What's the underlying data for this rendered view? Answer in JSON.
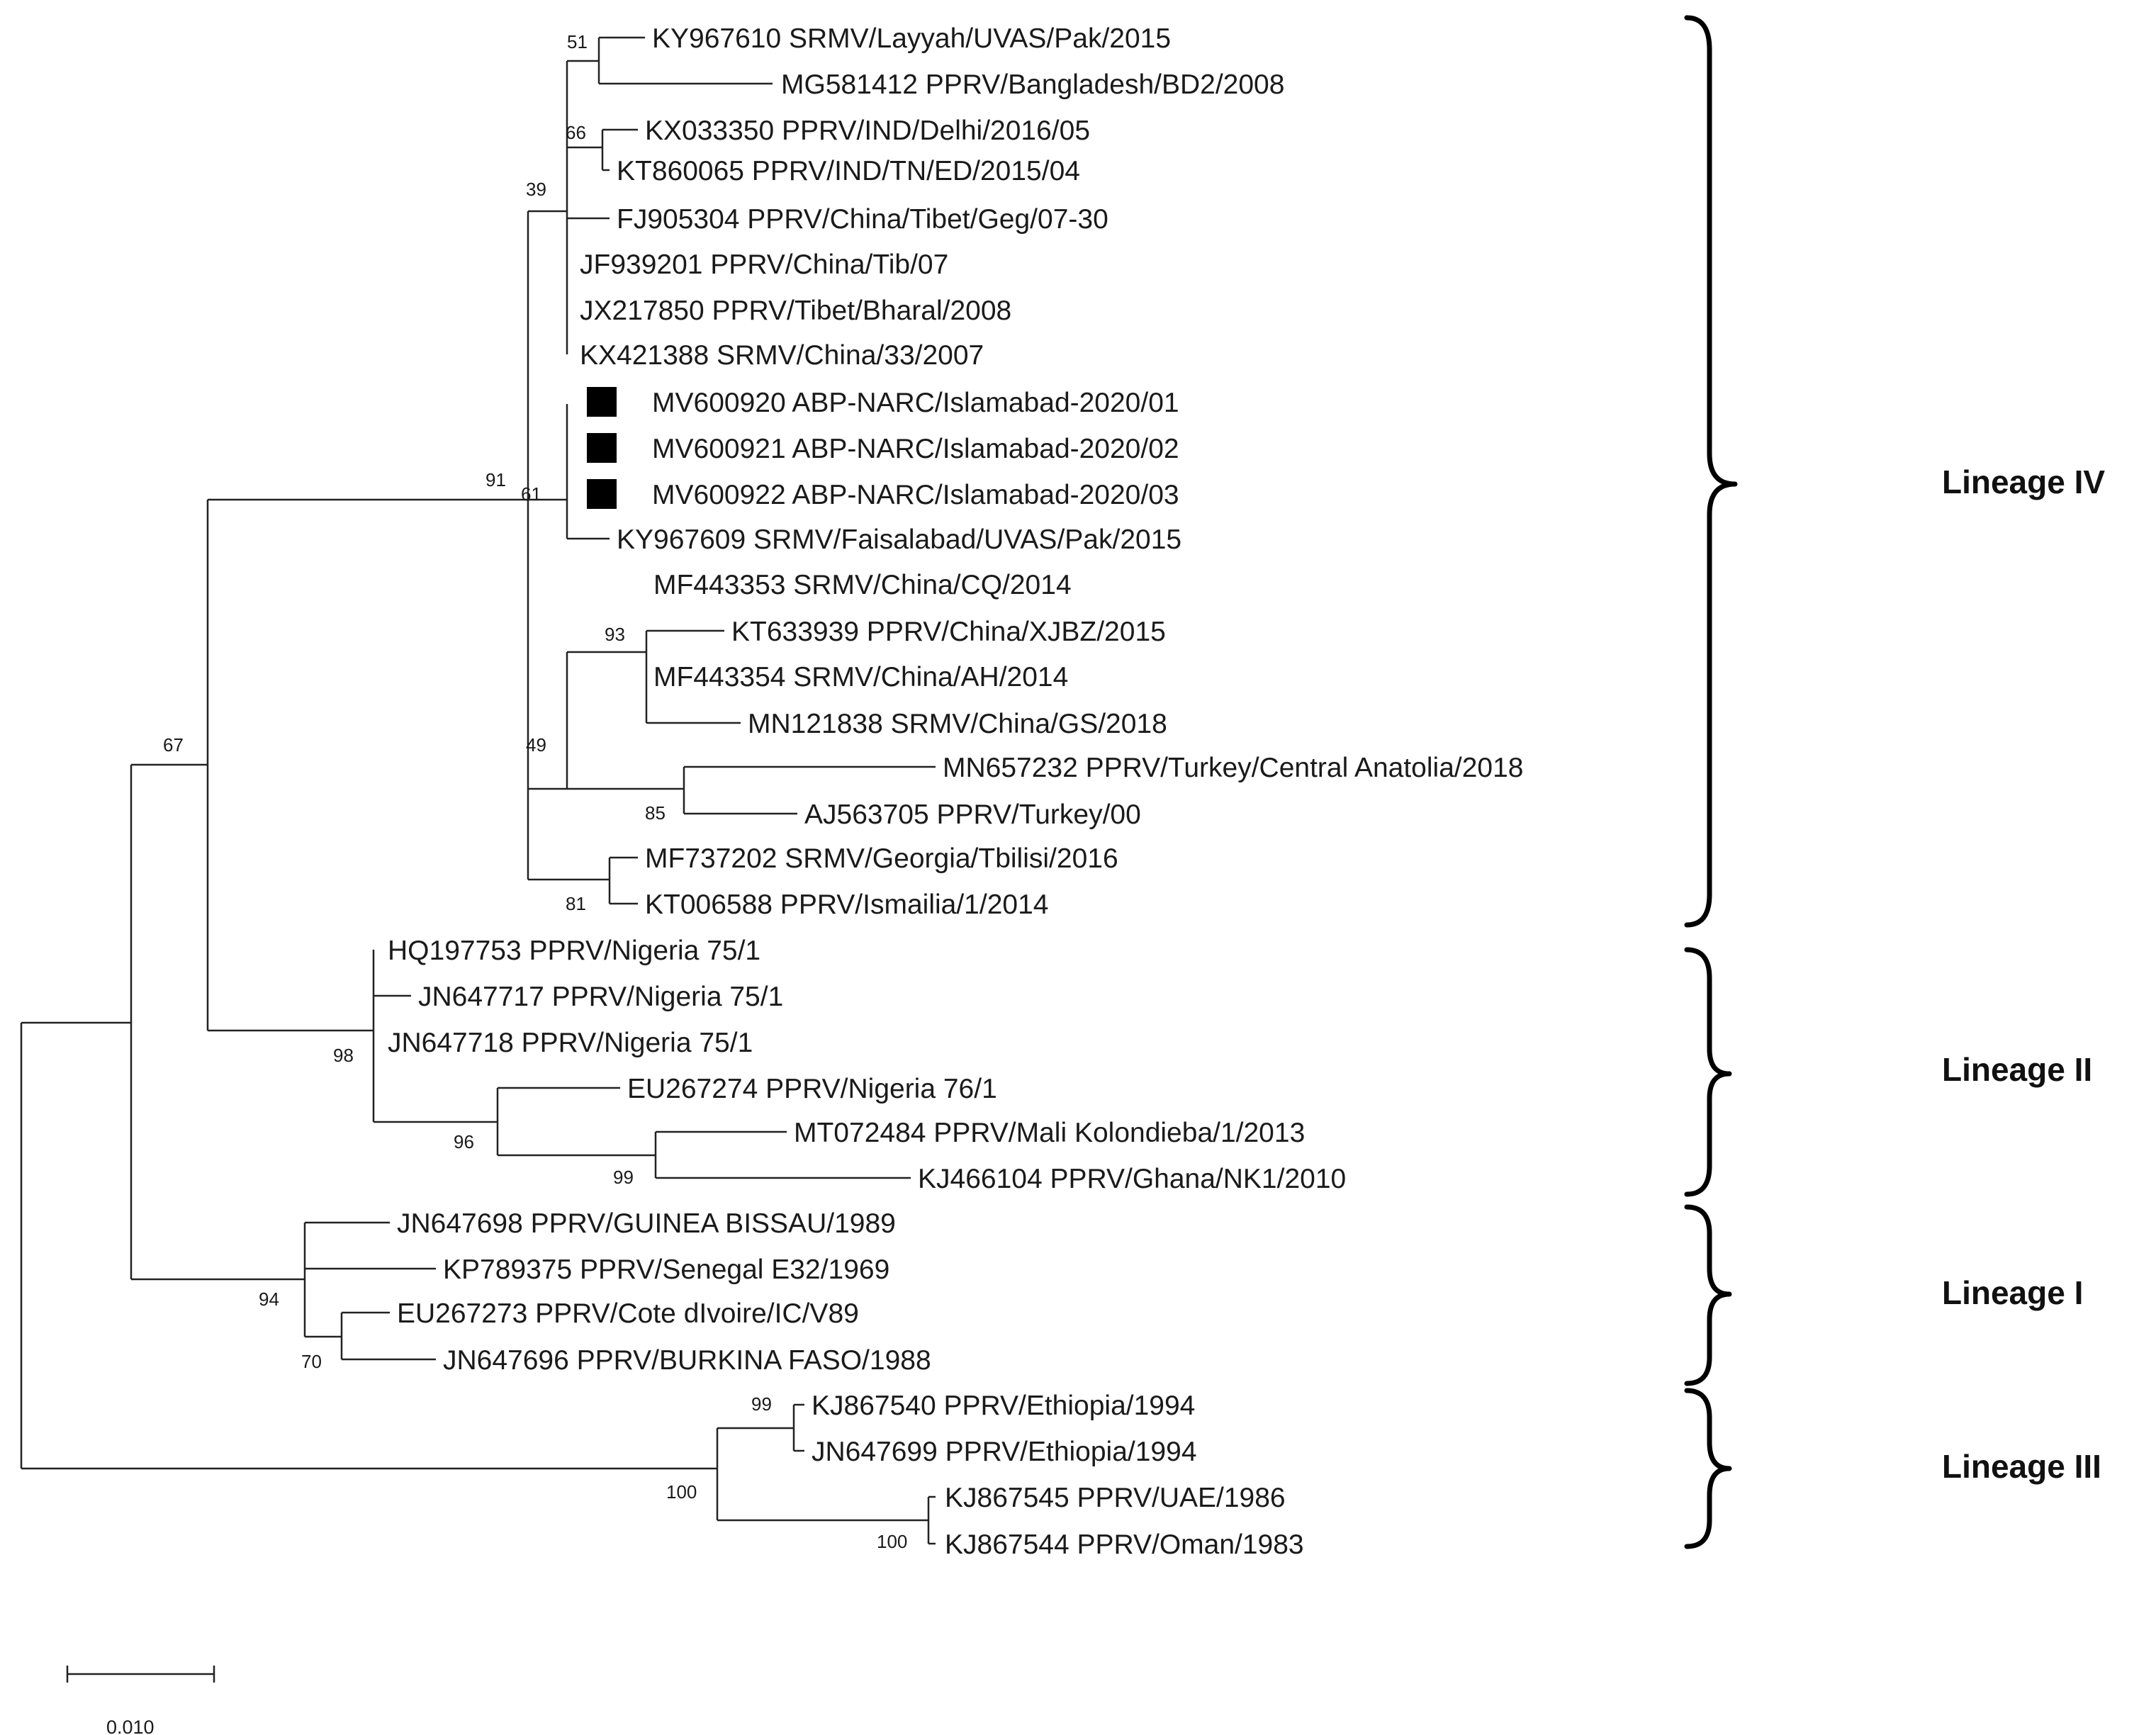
{
  "leaves": [
    "KY967610 SRMV/Layyah/UVAS/Pak/2015",
    "MG581412 PPRV/Bangladesh/BD2/2008",
    "KX033350 PPRV/IND/Delhi/2016/05",
    "KT860065 PPRV/IND/TN/ED/2015/04",
    "FJ905304 PPRV/China/Tibet/Geg/07-30",
    "JF939201 PPRV/China/Tib/07",
    "JX217850 PPRV/Tibet/Bharal/2008",
    "KX421388 SRMV/China/33/2007",
    "MV600920 ABP-NARC/Islamabad-2020/01",
    "MV600921 ABP-NARC/Islamabad-2020/02",
    "MV600922 ABP-NARC/Islamabad-2020/03",
    "KY967609 SRMV/Faisalabad/UVAS/Pak/2015",
    "MF443353 SRMV/China/CQ/2014",
    "KT633939 PPRV/China/XJBZ/2015",
    "MF443354 SRMV/China/AH/2014",
    "MN121838 SRMV/China/GS/2018",
    "MN657232 PPRV/Turkey/Central Anatolia/2018",
    "AJ563705 PPRV/Turkey/00",
    "MF737202 SRMV/Georgia/Tbilisi/2016",
    "KT006588 PPRV/Ismailia/1/2014",
    "HQ197753 PPRV/Nigeria 75/1",
    "JN647717 PPRV/Nigeria 75/1",
    "JN647718 PPRV/Nigeria 75/1",
    "EU267274 PPRV/Nigeria 76/1",
    "MT072484 PPRV/Mali Kolondieba/1/2013",
    "KJ466104 PPRV/Ghana/NK1/2010",
    "JN647698 PPRV/GUINEA BISSAU/1989",
    "KP789375 PPRV/Senegal E32/1969",
    "EU267273 PPRV/Cote dIvoire/IC/V89",
    "JN647696 PPRV/BURKINA FASO/1988",
    "KJ867540 PPRV/Ethiopia/1994",
    "JN647699 PPRV/Ethiopia/1994",
    "KJ867545 PPRV/UAE/1986",
    "KJ867544 PPRV/Oman/1983"
  ],
  "bootstrap": [
    "51",
    "66",
    "39",
    "91",
    "61",
    "93",
    "49",
    "85",
    "81",
    "67",
    "98",
    "96",
    "99",
    "94",
    "70",
    "99",
    "100",
    "100"
  ],
  "lineages": [
    "Lineage IV",
    "Lineage II",
    "Lineage I",
    "Lineage III"
  ],
  "scale_label": "0.010",
  "highlight_marker_color": "#000000"
}
